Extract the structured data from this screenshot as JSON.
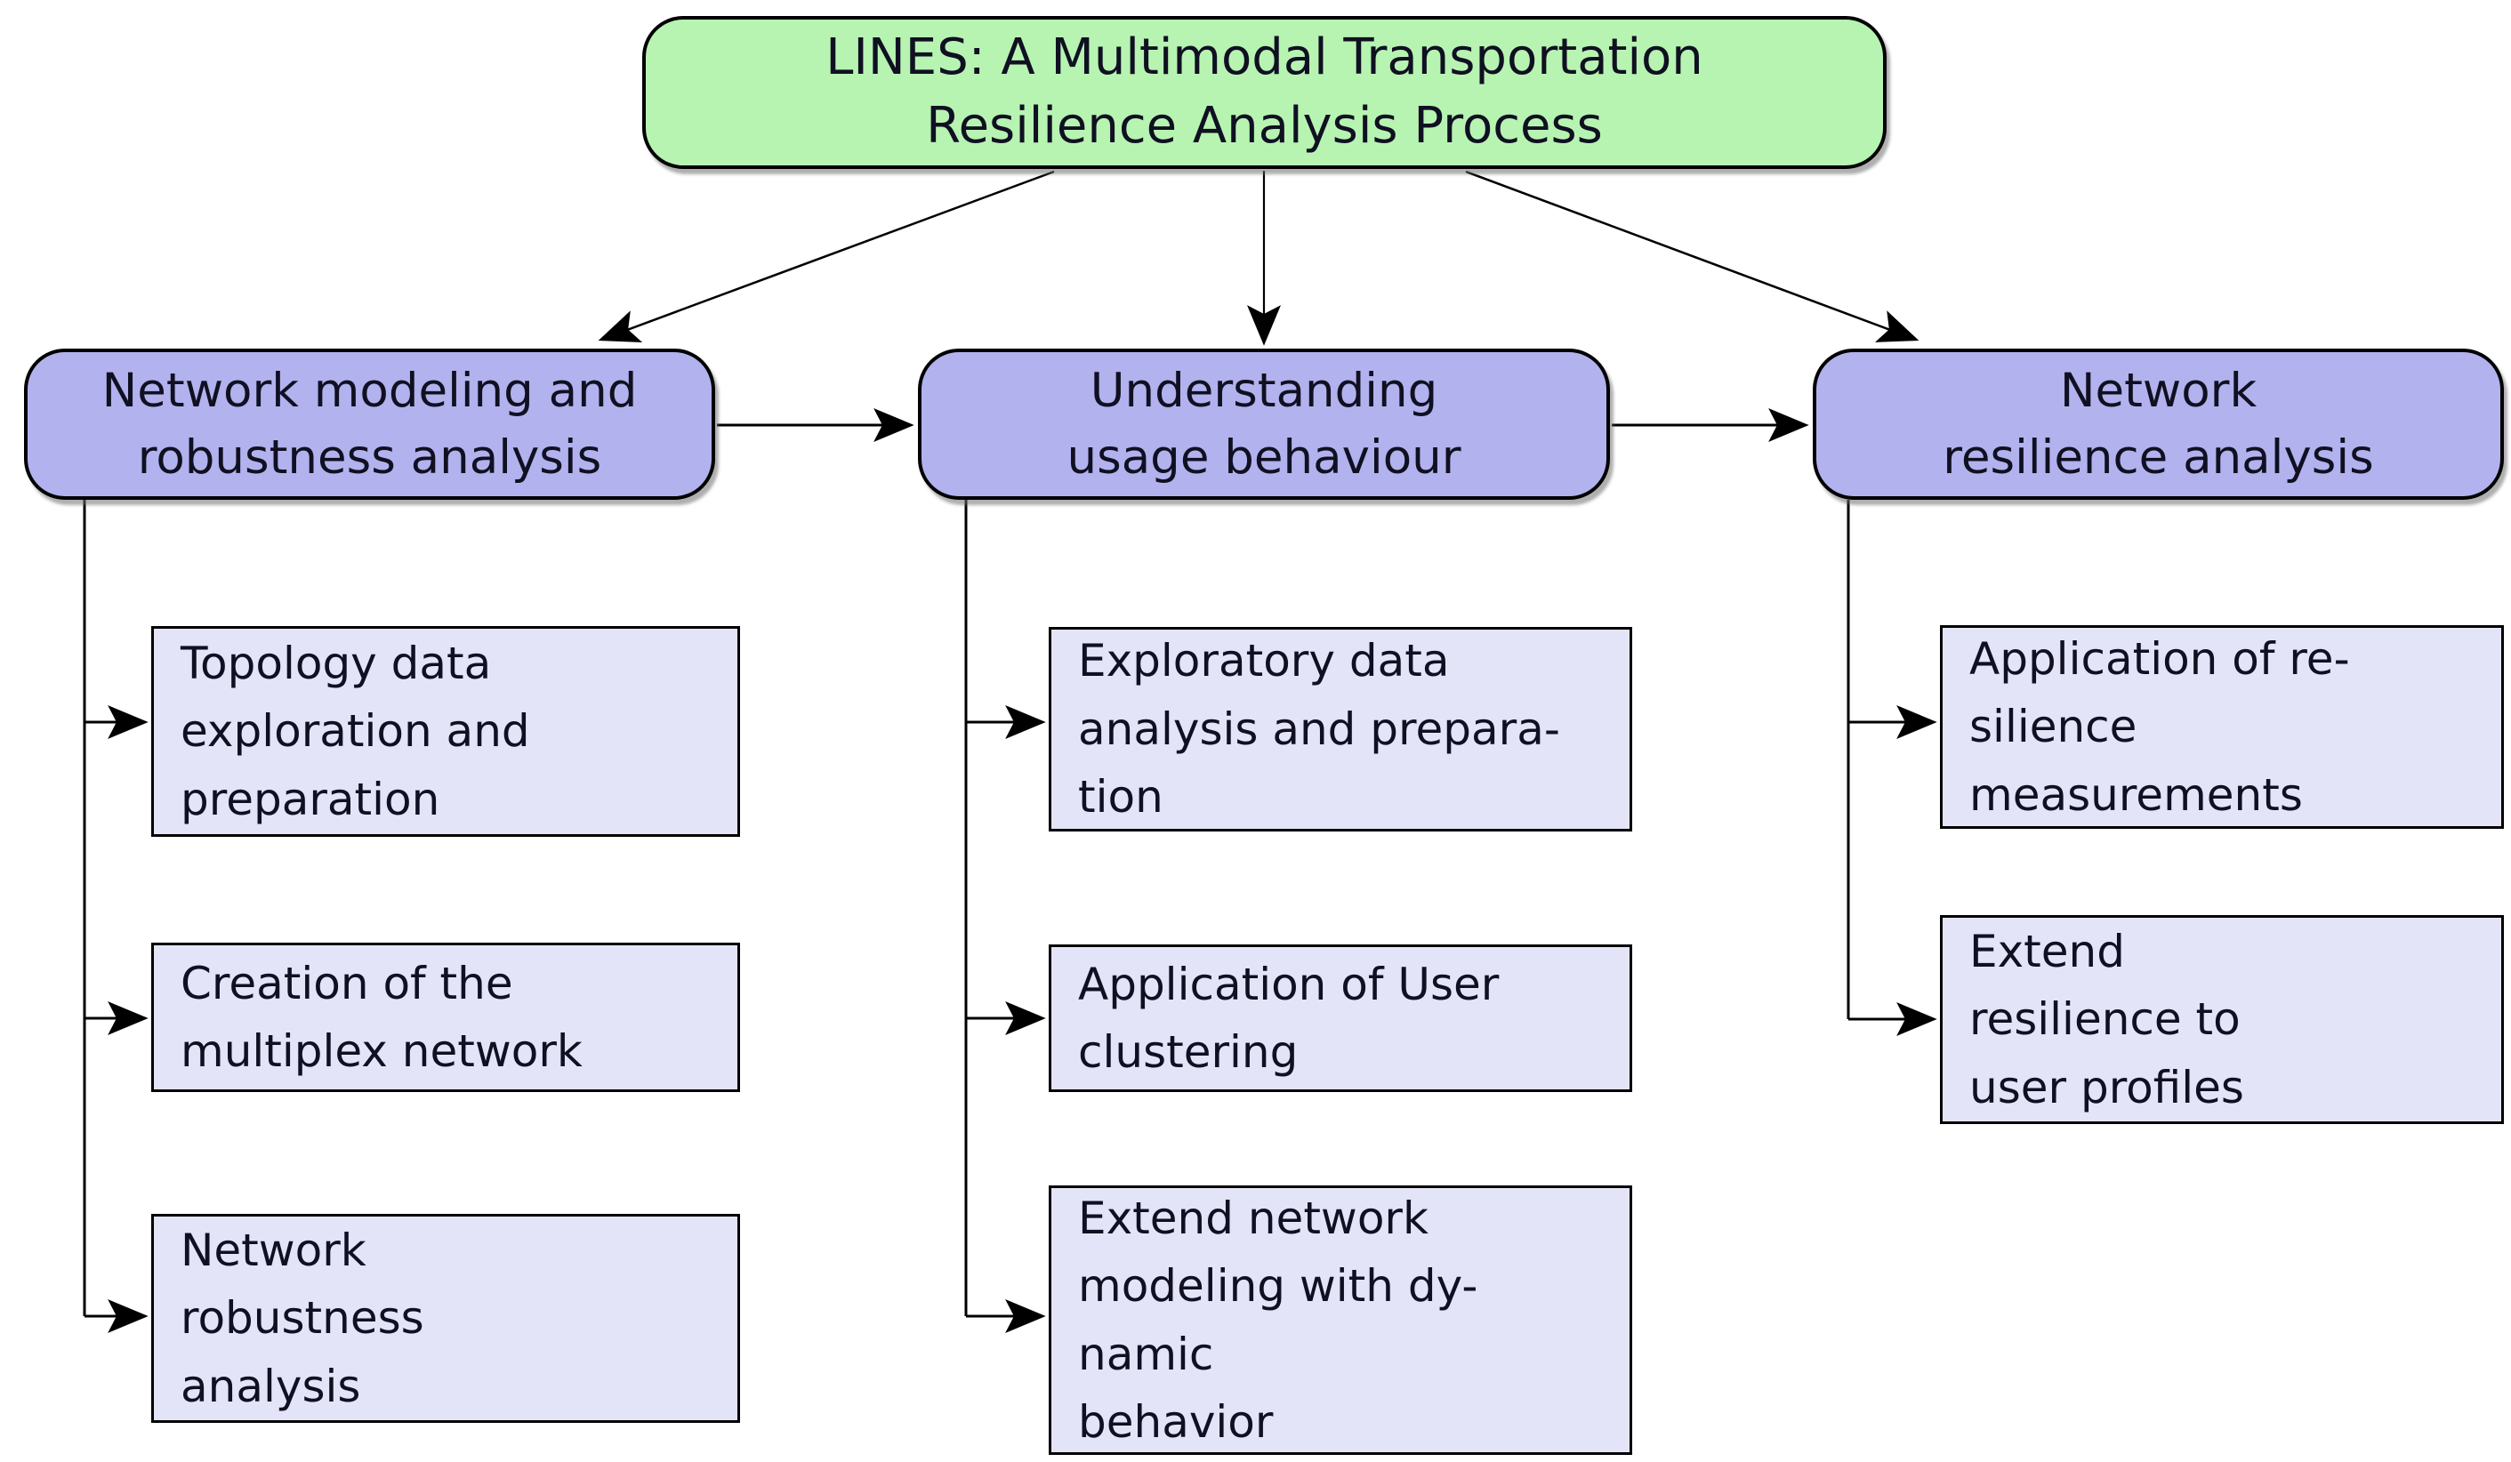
{
  "diagram": {
    "title": {
      "label": "LINES: A Multimodal Transportation\nResilience Analysis Process"
    },
    "columns": [
      {
        "parent": {
          "label": "Network modeling and\nrobustness analysis"
        },
        "children": [
          {
            "label": "Topology data\nexploration and\npreparation"
          },
          {
            "label": "Creation of the\nmultiplex network"
          },
          {
            "label": "Network\nrobustness\nanalysis"
          }
        ]
      },
      {
        "parent": {
          "label": "Understanding\nusage behaviour"
        },
        "children": [
          {
            "label": "Exploratory data\nanalysis and prepara-\ntion"
          },
          {
            "label": "Application of User\nclustering"
          },
          {
            "label": "Extend network\nmodeling with dy-\nnamic\nbehavior"
          }
        ]
      },
      {
        "parent": {
          "label": "Network\nresilience analysis"
        },
        "children": [
          {
            "label": "Application of re-\nsilience\nmeasurements"
          },
          {
            "label": "Extend\nresilience to\nuser profiles"
          }
        ]
      }
    ],
    "colors": {
      "title_fill": "#b7f4b2",
      "parent_fill": "#b2b2ee",
      "child_fill": "#e4e4f8",
      "border": "#000000",
      "connector": "#000000",
      "text": "#101022",
      "background": "#ffffff"
    }
  }
}
